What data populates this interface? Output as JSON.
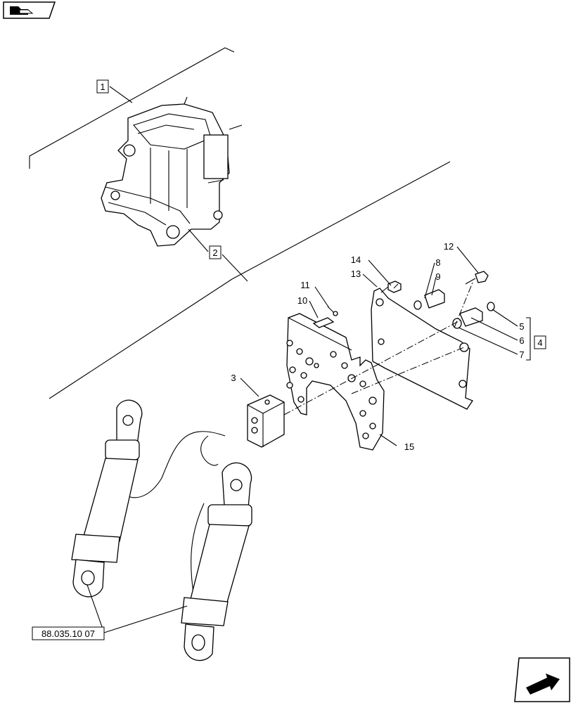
{
  "icons": {
    "top_left": "book-icon",
    "bottom_right": "arrow-forward-icon"
  },
  "callouts": [
    {
      "id": "c1",
      "label": "1",
      "boxed": true
    },
    {
      "id": "c2",
      "label": "2",
      "boxed": true
    },
    {
      "id": "c3",
      "label": "3",
      "boxed": false
    },
    {
      "id": "c4",
      "label": "4",
      "boxed": true
    },
    {
      "id": "c5",
      "label": "5",
      "boxed": false
    },
    {
      "id": "c6",
      "label": "6",
      "boxed": false
    },
    {
      "id": "c7",
      "label": "7",
      "boxed": false
    },
    {
      "id": "c8",
      "label": "8",
      "boxed": false
    },
    {
      "id": "c9",
      "label": "9",
      "boxed": false
    },
    {
      "id": "c10",
      "label": "10",
      "boxed": false
    },
    {
      "id": "c11",
      "label": "11",
      "boxed": false
    },
    {
      "id": "c12",
      "label": "12",
      "boxed": false
    },
    {
      "id": "c13",
      "label": "13",
      "boxed": false
    },
    {
      "id": "c14",
      "label": "14",
      "boxed": false
    },
    {
      "id": "c15",
      "label": "15",
      "boxed": false
    }
  ],
  "reference": {
    "label": "88.035.10 07"
  }
}
